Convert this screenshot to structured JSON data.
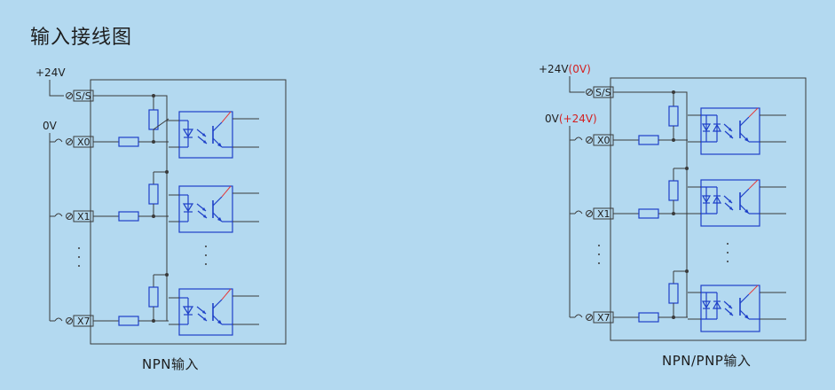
{
  "title": "输入接线图",
  "left": {
    "supply_positive": "+24V",
    "supply_negative": "0V",
    "common_terminal": "S/S",
    "inputs": [
      "X0",
      "X1",
      "X7"
    ],
    "caption": "NPN输入"
  },
  "right": {
    "supply_positive": "+24V",
    "supply_positive_alt": "(0V)",
    "supply_negative": "0V",
    "supply_negative_alt": "(+24V)",
    "common_terminal": "S/S",
    "inputs": [
      "X0",
      "X1",
      "X7"
    ],
    "caption": "NPN/PNP输入"
  },
  "colors": {
    "background": "#b3d9f0",
    "component": "#1e40c8",
    "alt_label": "#d42020"
  }
}
